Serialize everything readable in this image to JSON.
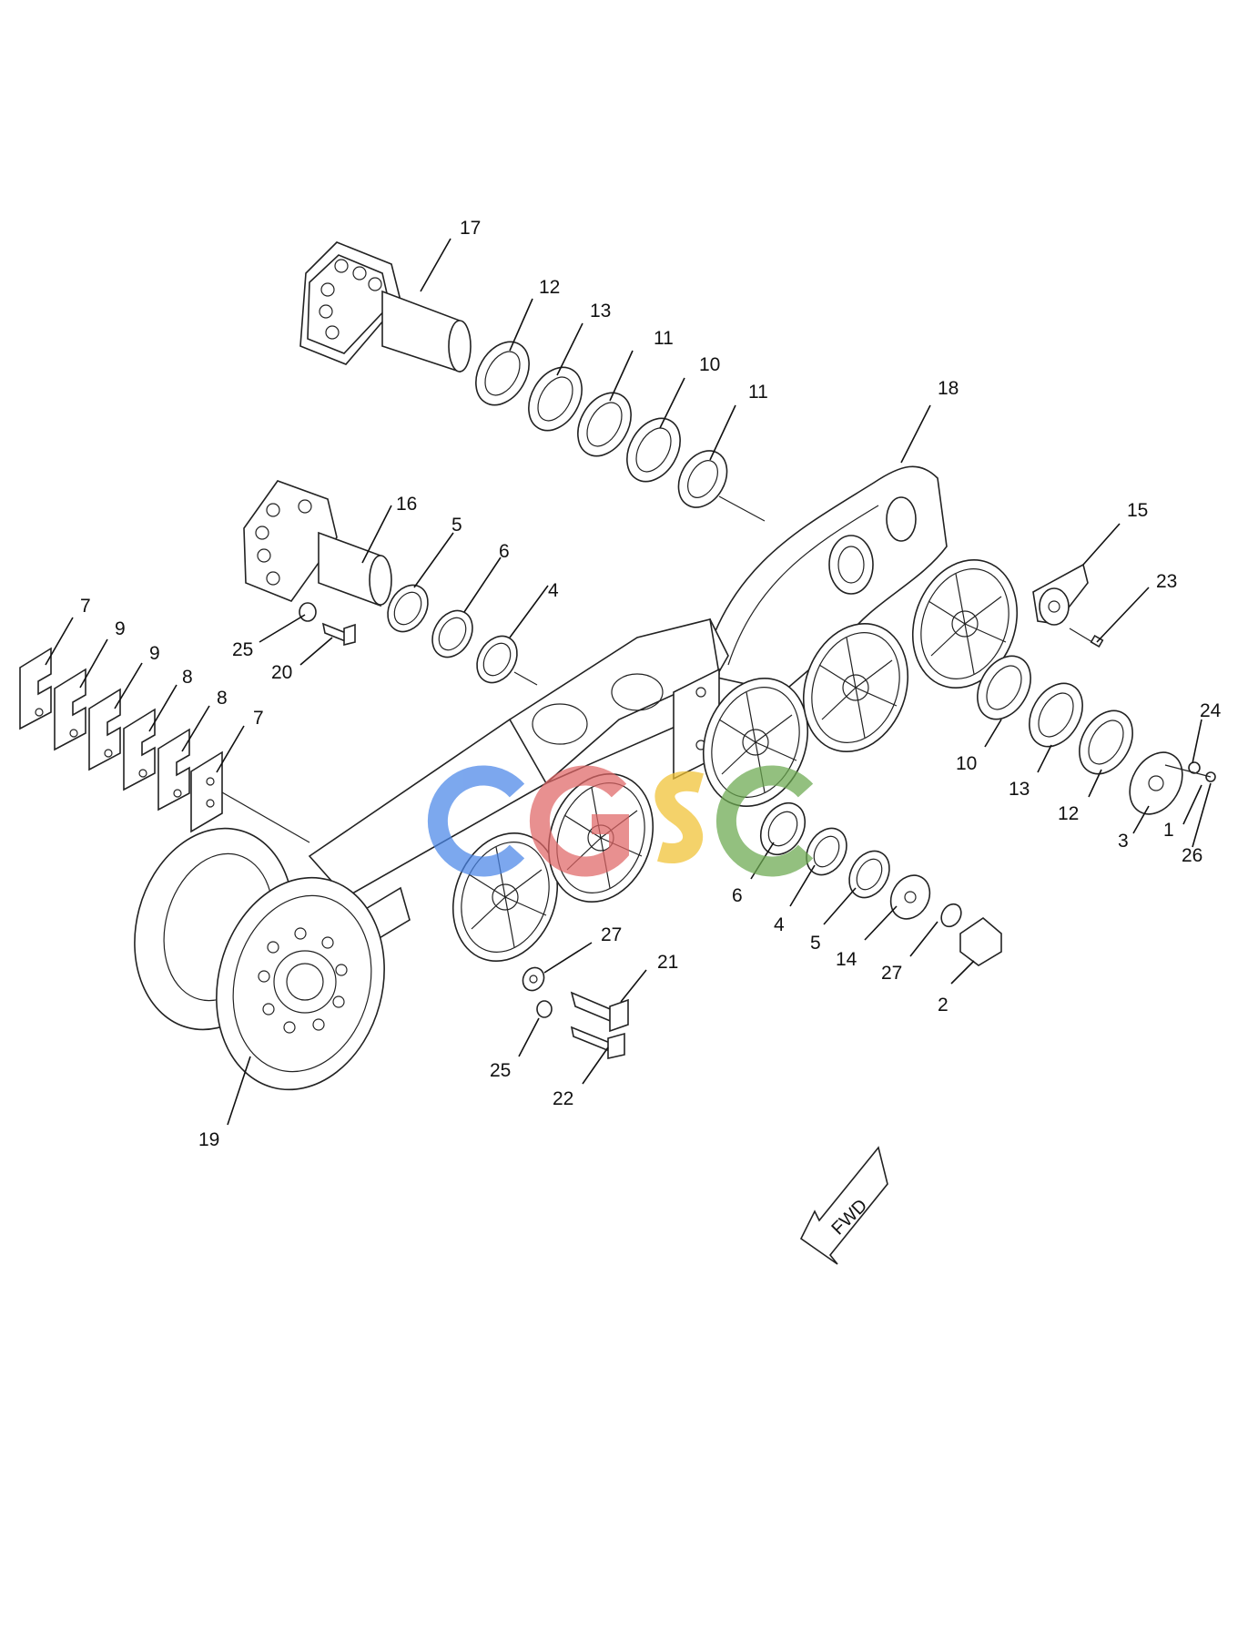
{
  "labels": [
    "17",
    "12",
    "13",
    "11",
    "10",
    "11",
    "18",
    "16",
    "5",
    "6",
    "4",
    "15",
    "23",
    "7",
    "9",
    "9",
    "8",
    "8",
    "7",
    "25",
    "20",
    "10",
    "13",
    "12",
    "24",
    "3",
    "1",
    "26",
    "6",
    "4",
    "5",
    "14",
    "27",
    "2",
    "27",
    "21",
    "25",
    "22",
    "19"
  ],
  "watermark": {
    "text": "CGSC",
    "colors": [
      "#4a86e8",
      "#e06666",
      "#f1c232",
      "#6aa84f"
    ]
  },
  "direction_arrow": {
    "text": "FWD"
  }
}
